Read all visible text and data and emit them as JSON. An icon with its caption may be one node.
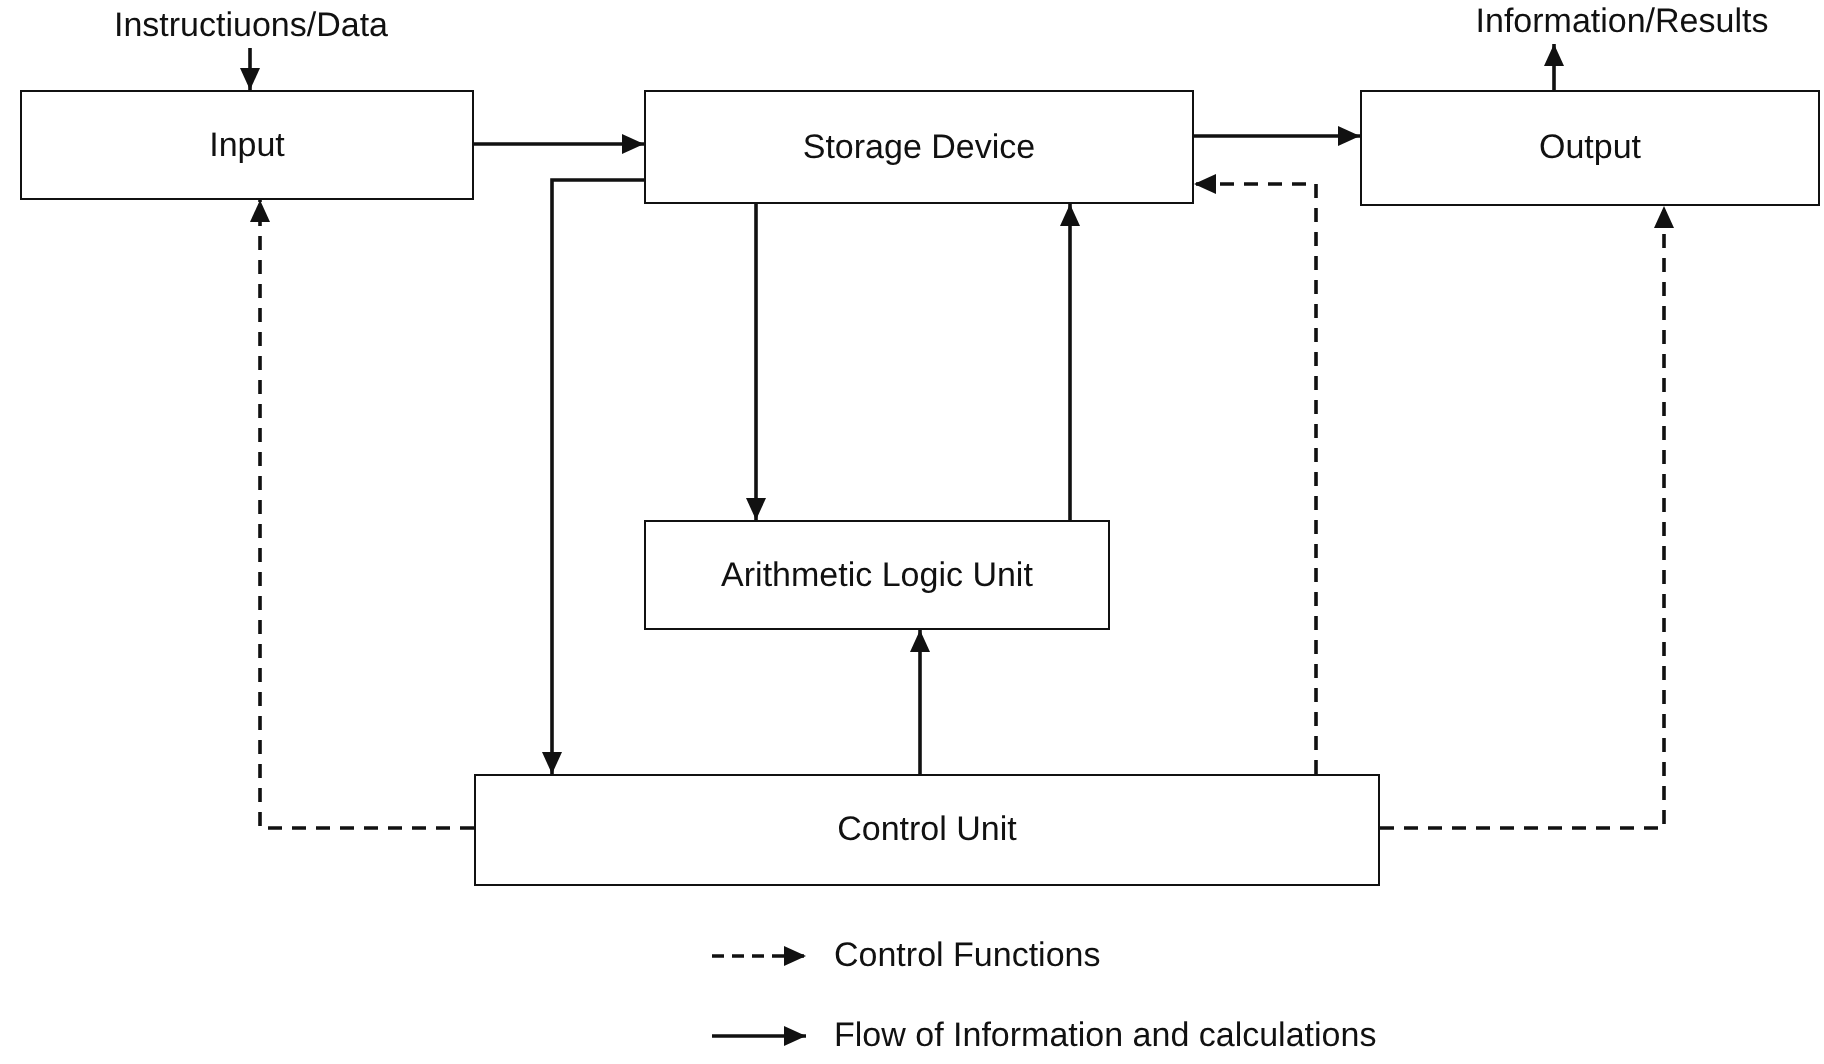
{
  "diagram": {
    "nodes": [
      {
        "text": [
          "Instructiuons/Data"
        ]
      },
      {
        "text": [
          "Input"
        ]
      },
      {
        "text": [
          "Storage Device"
        ]
      },
      {
        "text": [
          "Output"
        ]
      },
      {
        "text": [
          "Information/Results"
        ]
      },
      {
        "text": [
          "Arithmetic Logic Unit"
        ]
      },
      {
        "text": [
          "Control Unit"
        ]
      }
    ],
    "edges": [
      {
        "from": 0,
        "to": 1,
        "arrow": "to"
      },
      {
        "from": 1,
        "to": 2,
        "arrow": "to"
      },
      {
        "from": 2,
        "to": 3,
        "arrow": "to"
      },
      {
        "from": 3,
        "to": 4,
        "arrow": "to"
      },
      {
        "from": 2,
        "to": 5,
        "arrow": "to"
      },
      {
        "from": 5,
        "to": 2,
        "arrow": "to"
      },
      {
        "from": 2,
        "to": 6,
        "arrow": "to"
      },
      {
        "from": 6,
        "to": 5,
        "arrow": "to"
      },
      {
        "from": 6,
        "to": 1,
        "arrow": "to",
        "style": "dashed"
      },
      {
        "from": 6,
        "to": 2,
        "arrow": "to",
        "style": "dashed"
      },
      {
        "from": 6,
        "to": 3,
        "arrow": "to",
        "style": "dashed"
      }
    ],
    "legend": [
      {
        "text": "Control Functions"
      },
      {
        "text": "Flow of Information and calculations"
      }
    ]
  }
}
